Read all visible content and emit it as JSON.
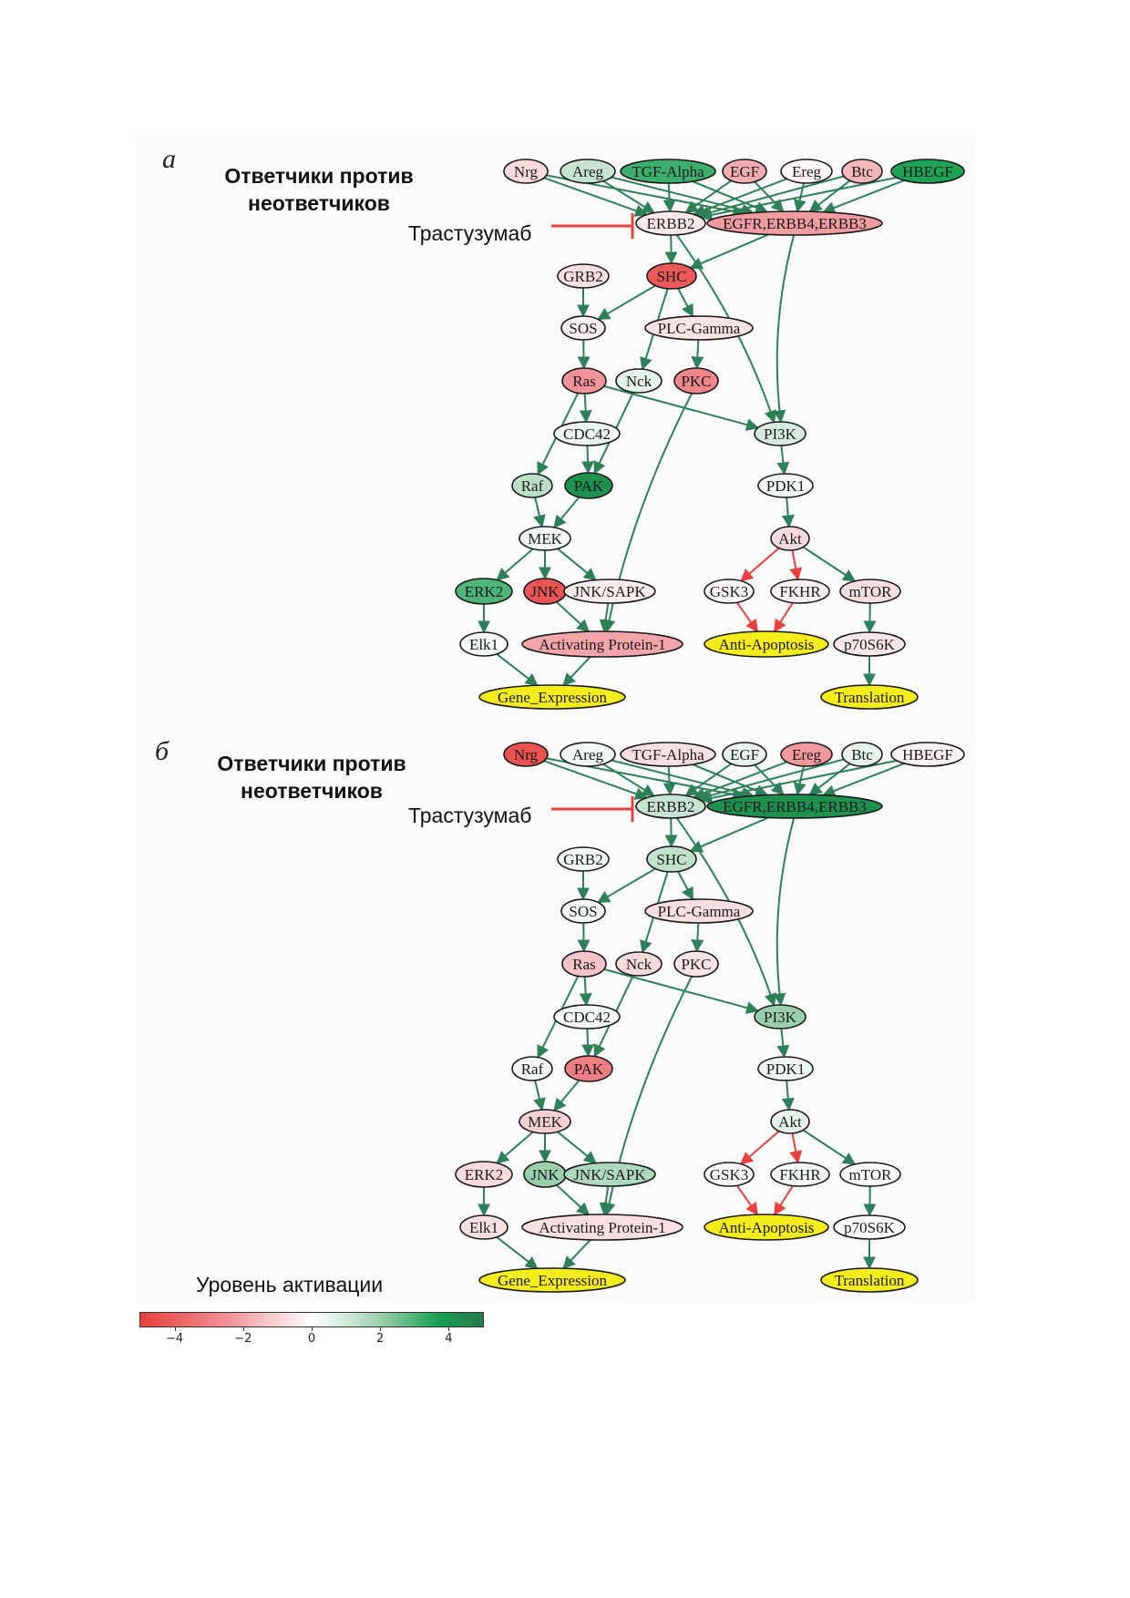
{
  "colorscale": {
    "title": "Уровень активации",
    "min": -5,
    "max": 5,
    "ticks": [
      "−4",
      "−2",
      "0",
      "2",
      "4"
    ],
    "tick_values": [
      -4,
      -2,
      0,
      2,
      4
    ],
    "low_color": "#e8403c",
    "mid_color": "#ffffff",
    "high_color": "#2a7a4e"
  },
  "edge_colors": {
    "activation": "#2e8059",
    "inhibition": "#e8403c",
    "outcome_fill": "#f5ec1c"
  },
  "panels": [
    {
      "letter": "а",
      "title_line1": "Ответчики против",
      "title_line2": "неответчиков",
      "drug_label": "Трастузумаб",
      "nodes": {
        "Nrg": {
          "label": "Nrg",
          "value": -0.8
        },
        "Areg": {
          "label": "Areg",
          "value": 1.2
        },
        "TGF-Alpha": {
          "label": "TGF-Alpha",
          "value": 3.2
        },
        "EGF": {
          "label": "EGF",
          "value": -1.8
        },
        "Ereg": {
          "label": "Ereg",
          "value": -0.2
        },
        "Btc": {
          "label": "Btc",
          "value": -1.6
        },
        "HBEGF": {
          "label": "HBEGF",
          "value": 3.6
        },
        "ERBB2": {
          "label": "ERBB2",
          "value": -0.5
        },
        "EGFR": {
          "label": "EGFR,ERBB4,ERBB3",
          "value": -2.2
        },
        "GRB2": {
          "label": "GRB2",
          "value": -0.7
        },
        "SHC": {
          "label": "SHC",
          "value": -4.2
        },
        "SOS": {
          "label": "SOS",
          "value": -0.3
        },
        "PLC-Gamma": {
          "label": "PLC-Gamma",
          "value": -0.6
        },
        "Ras": {
          "label": "Ras",
          "value": -2.4
        },
        "Nck": {
          "label": "Nck",
          "value": 0.6
        },
        "PKC": {
          "label": "PKC",
          "value": -2.8
        },
        "CDC42": {
          "label": "CDC42",
          "value": 0.4
        },
        "PI3K": {
          "label": "PI3K",
          "value": 0.9
        },
        "Raf": {
          "label": "Raf",
          "value": 1.4
        },
        "PAK": {
          "label": "PAK",
          "value": 4.2
        },
        "PDK1": {
          "label": "PDK1",
          "value": 0.3
        },
        "MEK": {
          "label": "MEK",
          "value": 0.3
        },
        "Akt": {
          "label": "Akt",
          "value": -0.8
        },
        "ERK2": {
          "label": "ERK2",
          "value": 3.0
        },
        "JNK": {
          "label": "JNK",
          "value": -4.3
        },
        "JNK/SAPK": {
          "label": "JNK/SAPK",
          "value": -0.4
        },
        "GSK3": {
          "label": "GSK3",
          "value": -0.1
        },
        "FKHR": {
          "label": "FKHR",
          "value": -0.3
        },
        "mTOR": {
          "label": "mTOR",
          "value": -0.7
        },
        "Elk1": {
          "label": "Elk1",
          "value": 0.2
        },
        "AP1": {
          "label": "Activating Protein-1",
          "value": -2.0
        },
        "AntiApoptosis": {
          "label": "Anti-Apoptosis",
          "value": null
        },
        "p70S6K": {
          "label": "p70S6K",
          "value": -0.5
        },
        "GeneExpression": {
          "label": "Gene_Expression",
          "value": null
        },
        "Translation": {
          "label": "Translation",
          "value": null
        }
      }
    },
    {
      "letter": "б",
      "title_line1": "Ответчики против",
      "title_line2": "неответчиков",
      "drug_label": "Трастузумаб",
      "nodes": {
        "Nrg": {
          "label": "Nrg",
          "value": -4.4
        },
        "Areg": {
          "label": "Areg",
          "value": 0.3
        },
        "TGF-Alpha": {
          "label": "TGF-Alpha",
          "value": -0.7
        },
        "EGF": {
          "label": "EGF",
          "value": 0.5
        },
        "Ereg": {
          "label": "Ereg",
          "value": -2.3
        },
        "Btc": {
          "label": "Btc",
          "value": 0.6
        },
        "HBEGF": {
          "label": "HBEGF",
          "value": -0.3
        },
        "ERBB2": {
          "label": "ERBB2",
          "value": 1.2
        },
        "EGFR": {
          "label": "EGFR,ERBB4,ERBB3",
          "value": 4.2
        },
        "GRB2": {
          "label": "GRB2",
          "value": 0.2
        },
        "SHC": {
          "label": "SHC",
          "value": 1.3
        },
        "SOS": {
          "label": "SOS",
          "value": 0.2
        },
        "PLC-Gamma": {
          "label": "PLC-Gamma",
          "value": -0.7
        },
        "Ras": {
          "label": "Ras",
          "value": -1.3
        },
        "Nck": {
          "label": "Nck",
          "value": -0.8
        },
        "PKC": {
          "label": "PKC",
          "value": -0.6
        },
        "CDC42": {
          "label": "CDC42",
          "value": 0.2
        },
        "PI3K": {
          "label": "PI3K",
          "value": 2.0
        },
        "Raf": {
          "label": "Raf",
          "value": 0.3
        },
        "PAK": {
          "label": "PAK",
          "value": -3.0
        },
        "PDK1": {
          "label": "PDK1",
          "value": 0.4
        },
        "MEK": {
          "label": "MEK",
          "value": -1.0
        },
        "Akt": {
          "label": "Akt",
          "value": 0.6
        },
        "ERK2": {
          "label": "ERK2",
          "value": -0.8
        },
        "JNK": {
          "label": "JNK",
          "value": 2.0
        },
        "JNK/SAPK": {
          "label": "JNK/SAPK",
          "value": 1.6
        },
        "GSK3": {
          "label": "GSK3",
          "value": 0.1
        },
        "FKHR": {
          "label": "FKHR",
          "value": 0.2
        },
        "mTOR": {
          "label": "mTOR",
          "value": 0.0
        },
        "Elk1": {
          "label": "Elk1",
          "value": -0.7
        },
        "AP1": {
          "label": "Activating Protein-1",
          "value": -0.7
        },
        "AntiApoptosis": {
          "label": "Anti-Apoptosis",
          "value": null
        },
        "p70S6K": {
          "label": "p70S6K",
          "value": 0.0
        },
        "GeneExpression": {
          "label": "Gene_Expression",
          "value": null
        },
        "Translation": {
          "label": "Translation",
          "value": null
        }
      }
    }
  ],
  "edges": [
    [
      "Nrg",
      "ERBB2",
      "act"
    ],
    [
      "Nrg",
      "EGFR",
      "act"
    ],
    [
      "Areg",
      "ERBB2",
      "act"
    ],
    [
      "Areg",
      "EGFR",
      "act"
    ],
    [
      "TGF-Alpha",
      "ERBB2",
      "act"
    ],
    [
      "TGF-Alpha",
      "EGFR",
      "act"
    ],
    [
      "EGF",
      "ERBB2",
      "act"
    ],
    [
      "EGF",
      "EGFR",
      "act"
    ],
    [
      "Ereg",
      "ERBB2",
      "act"
    ],
    [
      "Ereg",
      "EGFR",
      "act"
    ],
    [
      "Btc",
      "ERBB2",
      "act"
    ],
    [
      "Btc",
      "EGFR",
      "act"
    ],
    [
      "HBEGF",
      "ERBB2",
      "act"
    ],
    [
      "HBEGF",
      "EGFR",
      "act"
    ],
    [
      "ERBB2",
      "SHC",
      "act"
    ],
    [
      "EGFR",
      "SHC",
      "act"
    ],
    [
      "ERBB2",
      "PI3K",
      "act"
    ],
    [
      "EGFR",
      "PI3K",
      "act"
    ],
    [
      "GRB2",
      "SOS",
      "act"
    ],
    [
      "SHC",
      "SOS",
      "act"
    ],
    [
      "SHC",
      "Nck",
      "act"
    ],
    [
      "SHC",
      "PLC-Gamma",
      "act"
    ],
    [
      "SOS",
      "Ras",
      "act"
    ],
    [
      "PLC-Gamma",
      "PKC",
      "act"
    ],
    [
      "Ras",
      "CDC42",
      "act"
    ],
    [
      "Ras",
      "Raf",
      "act"
    ],
    [
      "Ras",
      "PI3K",
      "act"
    ],
    [
      "Nck",
      "PAK",
      "act"
    ],
    [
      "CDC42",
      "PAK",
      "act"
    ],
    [
      "Raf",
      "MEK",
      "act"
    ],
    [
      "PAK",
      "MEK",
      "act"
    ],
    [
      "PI3K",
      "PDK1",
      "act"
    ],
    [
      "PDK1",
      "Akt",
      "act"
    ],
    [
      "MEK",
      "ERK2",
      "act"
    ],
    [
      "MEK",
      "JNK",
      "act"
    ],
    [
      "MEK",
      "JNK/SAPK",
      "act"
    ],
    [
      "PKC",
      "AP1",
      "act"
    ],
    [
      "JNK",
      "AP1",
      "act"
    ],
    [
      "JNK/SAPK",
      "AP1",
      "act"
    ],
    [
      "Akt",
      "GSK3",
      "inh"
    ],
    [
      "Akt",
      "FKHR",
      "inh"
    ],
    [
      "Akt",
      "mTOR",
      "act"
    ],
    [
      "GSK3",
      "AntiApoptosis",
      "inh"
    ],
    [
      "FKHR",
      "AntiApoptosis",
      "inh"
    ],
    [
      "mTOR",
      "p70S6K",
      "act"
    ],
    [
      "ERK2",
      "Elk1",
      "act"
    ],
    [
      "Elk1",
      "GeneExpression",
      "act"
    ],
    [
      "AP1",
      "GeneExpression",
      "act"
    ],
    [
      "p70S6K",
      "Translation",
      "act"
    ]
  ]
}
